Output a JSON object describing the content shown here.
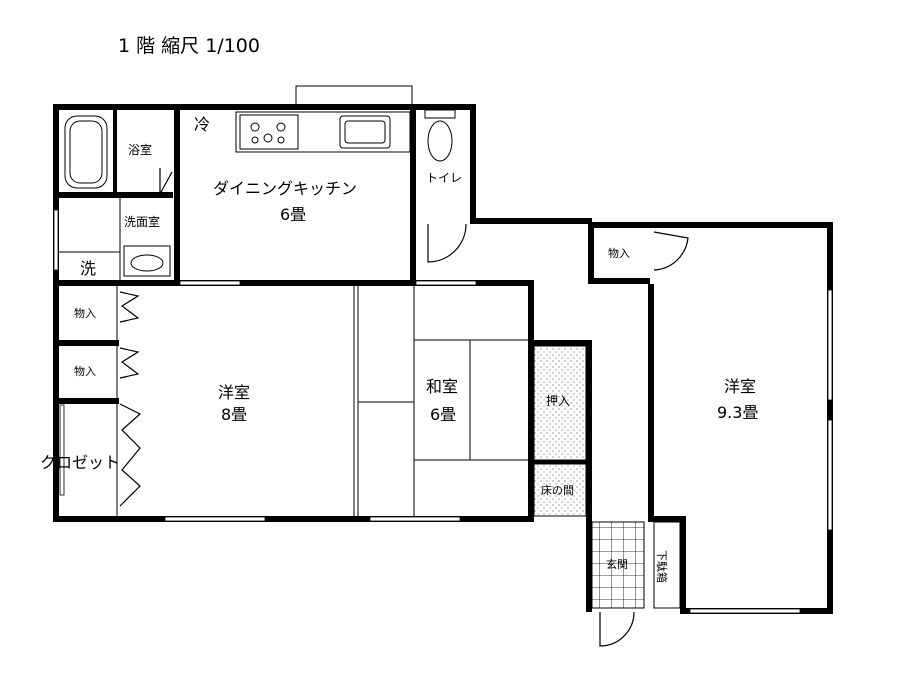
{
  "header": {
    "title": "1 階 縮尺 1/100"
  },
  "rooms": {
    "bath": "浴室",
    "washroom": "洗面室",
    "washer": "洗",
    "fridge": "冷",
    "dining_kitchen_name": "ダイニングキッチン",
    "dining_kitchen_size": "6畳",
    "toilet": "トイレ",
    "storage_top": "物入",
    "storage_left_1": "物入",
    "storage_left_2": "物入",
    "closet": "クロゼット",
    "western_8_name": "洋室",
    "western_8_size": "8畳",
    "japanese_name": "和室",
    "japanese_size": "6畳",
    "oshiire": "押入",
    "tokonoma": "床の間",
    "entrance": "玄関",
    "shoe_box": "下駄箱",
    "western_93_name": "洋室",
    "western_93_size": "9.3畳"
  }
}
